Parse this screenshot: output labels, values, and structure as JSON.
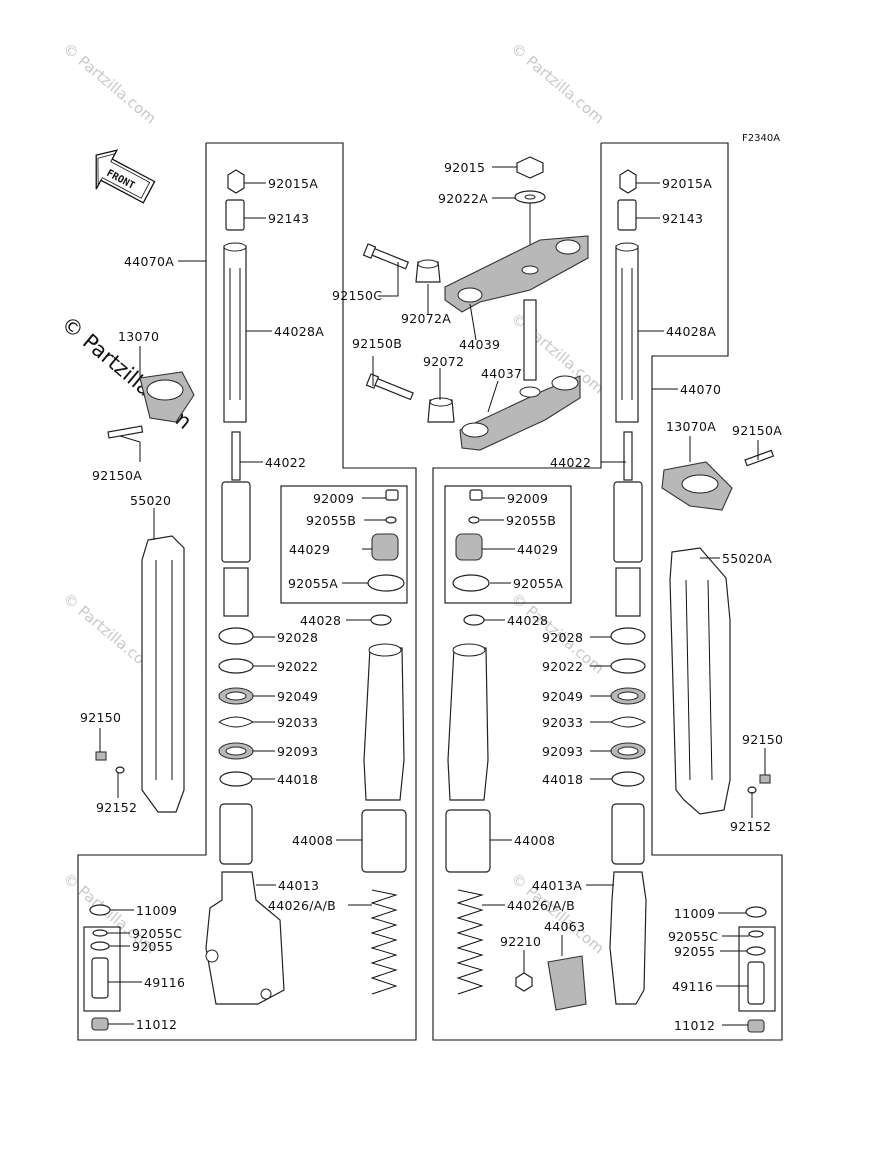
{
  "diagram_code": "F2340A",
  "front_arrow_label": "FRONT",
  "watermark": "© Partzilla.com",
  "labels": {
    "l_92015": "92015",
    "l_92022A": "92022A",
    "l_92150C": "92150C",
    "l_92072A": "92072A",
    "l_44039": "44039",
    "l_92150B": "92150B",
    "l_92072": "92072",
    "l_44037": "44037",
    "l_92015A_L": "92015A",
    "l_92143_L": "92143",
    "l_44070A": "44070A",
    "l_44028A_L": "44028A",
    "l_13070": "13070",
    "l_92150A_L": "92150A",
    "l_44022_L": "44022",
    "l_55020": "55020",
    "l_92009_L": "92009",
    "l_92055B_L": "92055B",
    "l_44029_L": "44029",
    "l_92055A_L": "92055A",
    "l_44028_L": "44028",
    "l_92028_L": "92028",
    "l_92022_L": "92022",
    "l_92049_L": "92049",
    "l_92033_L": "92033",
    "l_92093_L": "92093",
    "l_44018_L": "44018",
    "l_92150_L": "92150",
    "l_92152_L": "92152",
    "l_44008_L": "44008",
    "l_44013": "44013",
    "l_44026_L": "44026/A/B",
    "l_11009_L": "11009",
    "l_92055C_L": "92055C",
    "l_92055_L": "92055",
    "l_49116_L": "49116",
    "l_11012_L": "11012",
    "l_92015A_R": "92015A",
    "l_92143_R": "92143",
    "l_44028A_R": "44028A",
    "l_44070": "44070",
    "l_13070A": "13070A",
    "l_92150A_R": "92150A",
    "l_44022_R": "44022",
    "l_92009_R": "92009",
    "l_92055B_R": "92055B",
    "l_44029_R": "44029",
    "l_92055A_R": "92055A",
    "l_44028_R": "44028",
    "l_92028_R": "92028",
    "l_92022_R": "92022",
    "l_92049_R": "92049",
    "l_92033_R": "92033",
    "l_92093_R": "92093",
    "l_44018_R": "44018",
    "l_55020A": "55020A",
    "l_92150_R": "92150",
    "l_92152_R": "92152",
    "l_44008_R": "44008",
    "l_44013A": "44013A",
    "l_44026_R": "44026/A/B",
    "l_92210": "92210",
    "l_44063": "44063",
    "l_11009_R": "11009",
    "l_92055C_R": "92055C",
    "l_92055_R": "92055",
    "l_49116_R": "49116",
    "l_11012_R": "11012"
  }
}
